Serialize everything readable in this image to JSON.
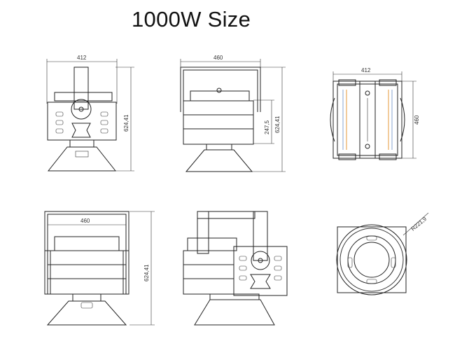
{
  "title": "1000W Size",
  "views": {
    "front": {
      "width": "412",
      "height": "624,41"
    },
    "side": {
      "width": "460",
      "height": "624,41",
      "mount": "247,5"
    },
    "top": {
      "width": "412",
      "height": "460"
    },
    "rear": {
      "width": "460",
      "height": "624,41"
    },
    "bottom": {
      "radius": "R221,9"
    }
  }
}
